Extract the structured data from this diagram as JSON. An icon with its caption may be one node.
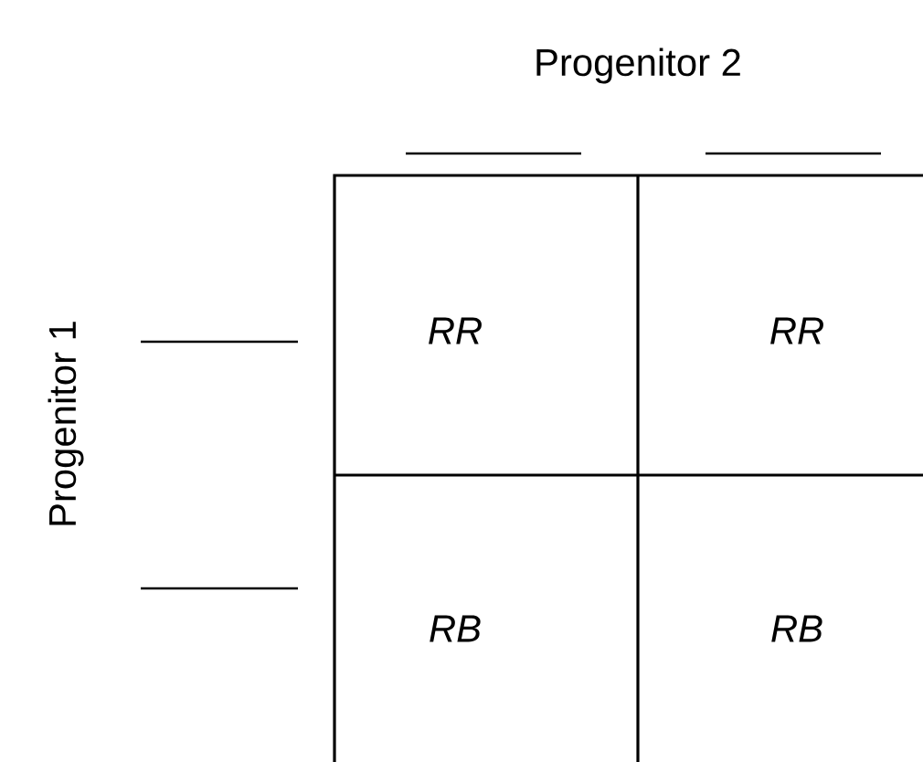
{
  "diagram": {
    "labels": [
      "Progenitor 2",
      "Progenitor 1",
      "RR",
      "RR",
      "RB",
      "RB"
    ]
  }
}
